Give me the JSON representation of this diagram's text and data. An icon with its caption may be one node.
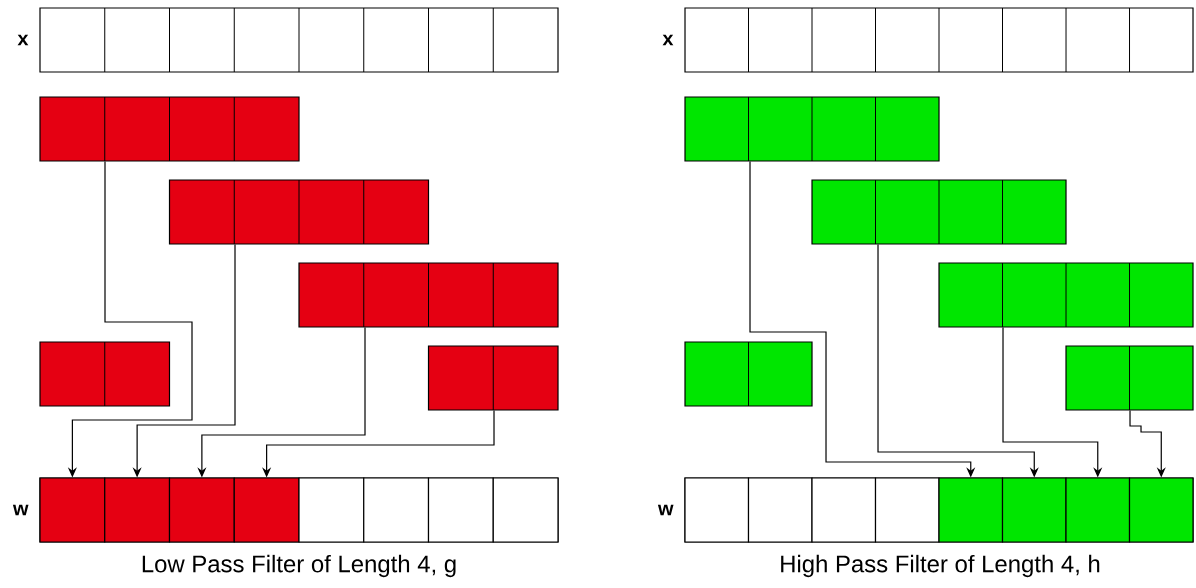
{
  "diagram": {
    "nodes": [
      {
        "text": [
          "x"
        ]
      },
      {
        "text": [],
        "shape": "box"
      },
      {
        "text": [],
        "shape": "box"
      },
      {
        "text": [],
        "shape": "box"
      },
      {
        "text": [],
        "shape": "box"
      },
      {
        "text": [],
        "shape": "box"
      },
      {
        "text": [
          "w"
        ]
      },
      {
        "text": [],
        "shape": "box",
        "in": 6
      },
      {
        "text": [],
        "shape": "box",
        "in": 6
      },
      {
        "text": [],
        "shape": "box",
        "in": 6
      },
      {
        "text": [],
        "shape": "box",
        "in": 6
      },
      {
        "text": [],
        "shape": "box",
        "in": 6
      },
      {
        "text": [],
        "shape": "box",
        "in": 6
      },
      {
        "text": [],
        "shape": "box",
        "in": 6
      },
      {
        "text": [],
        "shape": "box",
        "in": 6
      },
      {
        "text": [
          "x"
        ]
      },
      {
        "text": [],
        "shape": "box"
      },
      {
        "text": [],
        "shape": "box"
      },
      {
        "text": [],
        "shape": "box"
      },
      {
        "text": [],
        "shape": "box"
      },
      {
        "text": [],
        "shape": "box"
      },
      {
        "text": [
          "w"
        ]
      },
      {
        "text": [],
        "shape": "box",
        "in": 21
      },
      {
        "text": [],
        "shape": "box",
        "in": 21
      },
      {
        "text": [],
        "shape": "box",
        "in": 21
      },
      {
        "text": [],
        "shape": "box",
        "in": 21
      },
      {
        "text": [],
        "shape": "box",
        "in": 21
      },
      {
        "text": [],
        "shape": "box",
        "in": 21
      },
      {
        "text": [],
        "shape": "box",
        "in": 21
      },
      {
        "text": [],
        "shape": "box",
        "in": 21
      }
    ],
    "edges": [
      {
        "from": 1,
        "to": 7,
        "arrow": "to"
      },
      {
        "from": 2,
        "to": 8,
        "arrow": "to"
      },
      {
        "from": 3,
        "to": 9,
        "arrow": "to"
      },
      {
        "from": 5,
        "to": 10,
        "arrow": "to"
      },
      {
        "from": 16,
        "to": 26,
        "arrow": "to"
      },
      {
        "from": 17,
        "to": 27,
        "arrow": "to"
      },
      {
        "from": 18,
        "to": 28,
        "arrow": "to"
      },
      {
        "from": 20,
        "to": 29,
        "arrow": "to"
      }
    ],
    "labels": [
      "Low Pass Filter of Length 4, g",
      "High Pass Filter of Length 4, h"
    ]
  }
}
